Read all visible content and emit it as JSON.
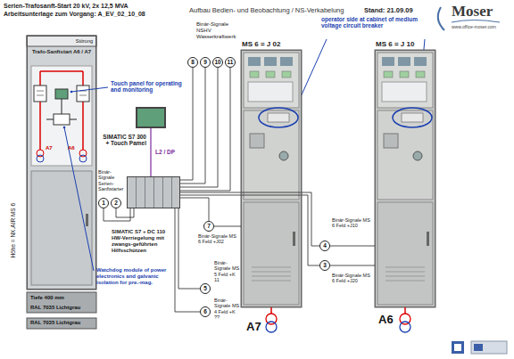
{
  "diagram": {
    "title": "Serien-Trafosanft-Start 20 kV, 2x 12,5 MVA",
    "nodes": [
      {
        "text": [
          "Störung",
          "Trafo-Sanftstart A6 / A7"
        ]
      },
      {
        "text": [
          "SIMATIC S7 300 + Touch Pamel"
        ]
      },
      {
        "text": [
          "SIMATIC S7 + DC 110 HW-Verriegelung mit zwangs-geführten Hilfsschützen"
        ]
      },
      {
        "text": [
          "8"
        ]
      },
      {
        "text": [
          "9"
        ]
      },
      {
        "text": [
          "10"
        ]
      },
      {
        "text": [
          "11"
        ]
      },
      {
        "text": [
          "1"
        ]
      },
      {
        "text": [
          "2"
        ]
      },
      {
        "text": [
          "7"
        ]
      },
      {
        "text": [
          "5"
        ]
      },
      {
        "text": [
          "6"
        ]
      },
      {
        "text": [
          "4"
        ]
      },
      {
        "text": [
          "3"
        ]
      },
      {
        "text": [
          "MS 6 = J 02"
        ]
      },
      {
        "text": [
          "MS 6 = J 10"
        ]
      }
    ],
    "edges": [
      {
        "from": 1,
        "to": 2,
        "arrow": "none",
        "label": "L2 / DP"
      },
      {
        "from": 2,
        "to": 3,
        "arrow": "none"
      },
      {
        "from": 2,
        "to": 4,
        "arrow": "none"
      },
      {
        "from": 2,
        "to": 5,
        "arrow": "none"
      },
      {
        "from": 2,
        "to": 6,
        "arrow": "none"
      },
      {
        "from": 2,
        "to": 7,
        "arrow": "none"
      },
      {
        "from": 2,
        "to": 8,
        "arrow": "none"
      },
      {
        "from": 2,
        "to": 9,
        "arrow": "none"
      },
      {
        "from": 2,
        "to": 10,
        "arrow": "none"
      },
      {
        "from": 2,
        "to": 11,
        "arrow": "none"
      },
      {
        "from": 2,
        "to": 12,
        "arrow": "none"
      },
      {
        "from": 2,
        "to": 13,
        "arrow": "none"
      },
      {
        "from": 9,
        "to": 14,
        "arrow": "none"
      },
      {
        "from": 12,
        "to": 15,
        "arrow": "none"
      },
      {
        "from": 13,
        "to": 15,
        "arrow": "none"
      }
    ],
    "labels": [
      "Arbeitsunterlage zum Vorgang: A_EV_02_10_08",
      "Aufbau Bedien- und Beobachtung / NS-Verkabelung",
      "Stand: 21.09.09",
      "Moser",
      "www.office-moser.com",
      "Höhe = NX.AIR MS 6",
      "A7",
      "A6",
      "Tiefe 400 mm",
      "RAL 7035 Lichtgrau",
      "RAL 7035 Lichtgrau",
      "Touch panel for operating and monitoring",
      "Watchdog module of power electronics and galvanic isolation for pre.-mag.",
      "operator side at cabinet of medium voltage circuit breaker",
      "Binär-Signale NSHV Wasserkraftwerk",
      "Binär-Signale Serien-Sanftstarter",
      "Binär-Signale MS 6 Feld +J02",
      "Binär-Signale MS 5 Feld +K 11",
      "Binär-Signale MS 4 Feld +K ??",
      "Binär-Signale MS 6 Feld +J10",
      "Binär-Signale MS 6 Feld +J20",
      "A7",
      "A6"
    ]
  }
}
